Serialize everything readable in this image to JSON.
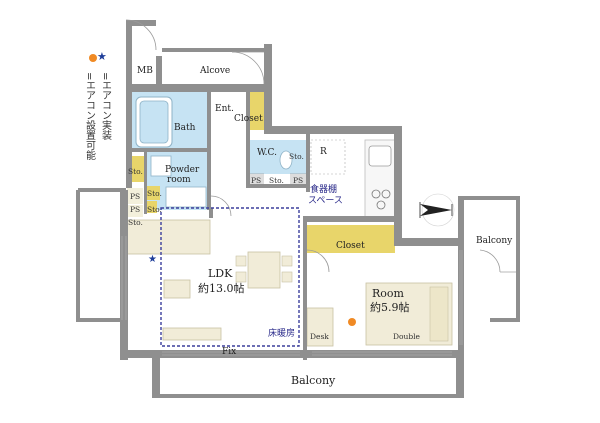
{
  "legend": {
    "star_text": "=エアコン実装",
    "dot_text": "=エアコン設置可能",
    "star_color": "#1f3e9a",
    "dot_color": "#f08a24"
  },
  "rooms": {
    "mb": "MB",
    "alcove": "Alcove",
    "ent": "Ent.",
    "closet_entry": "Closet",
    "bath": "Bath",
    "wc": "W.C.",
    "sto": "Sto.",
    "r": "R",
    "powder": "Powder",
    "powder2": "room",
    "ps": "PS",
    "pantry1": "食器棚",
    "pantry2": "スペース",
    "closet_room": "Closet",
    "ldk": "LDK",
    "ldk_size": "約13.0帖",
    "floor_heat": "床暖房",
    "room": "Room",
    "room_size": "約5.9帖",
    "desk": "Desk",
    "double": "Double",
    "fix": "Fix",
    "balcony_side": "Balcony",
    "balcony_main": "Balcony"
  },
  "colors": {
    "wet": "#c6e3f3",
    "closet": "#e8d56a",
    "furniture": "#f1ecd8",
    "wall": "#8f8f8f",
    "floor_heat_line": "#3b3f9c"
  },
  "icons": [
    "compass-icon",
    "star-icon",
    "dot-icon"
  ]
}
